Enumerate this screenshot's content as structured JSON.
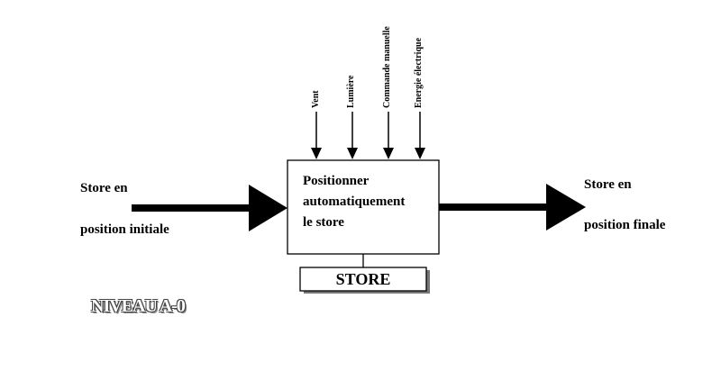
{
  "inputs": {
    "line1": "Store en",
    "line2": "position initiale"
  },
  "outputs": {
    "line1": "Store en",
    "line2": "position finale"
  },
  "controls": [
    "Vent",
    "Lumière",
    "Commande manuelle",
    "Energie électrique"
  ],
  "activity": {
    "line1": "Positionner",
    "line2": "automatiquement",
    "line3": "le store"
  },
  "mechanism": "STORE",
  "level": "NIVEAU A-0"
}
